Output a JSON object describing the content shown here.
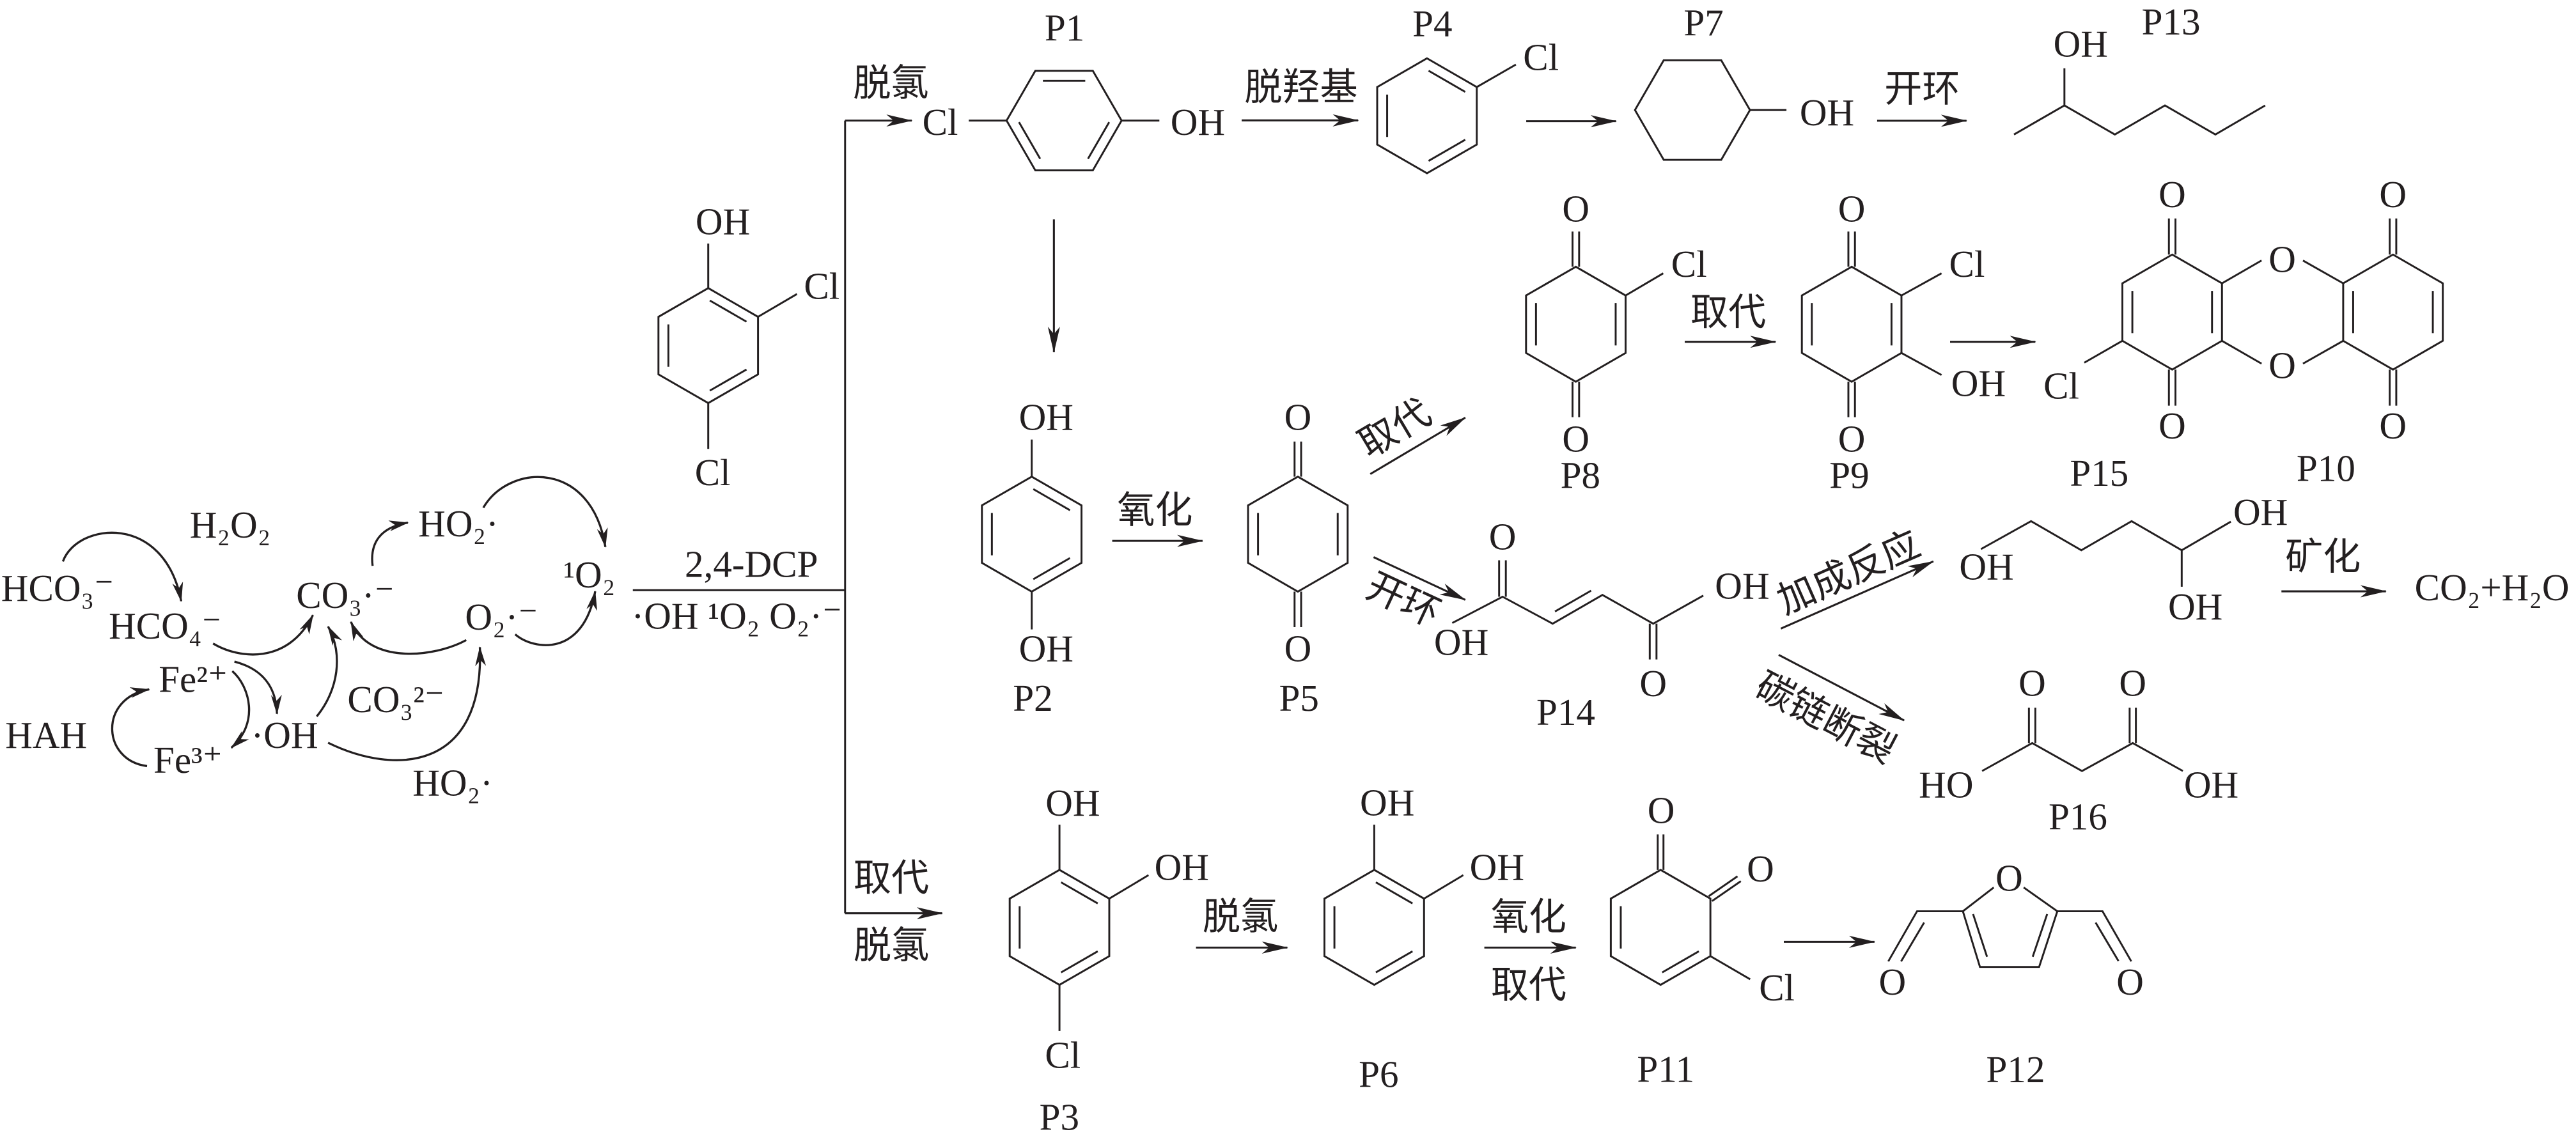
{
  "radical_cycle": {
    "bicarbonate": "HCO₃⁻",
    "hydrogen_peroxide": "H₂O₂",
    "peroxymonocarbonate": "HCO₄⁻",
    "carbonate_radical": "CO₃·⁻",
    "hydroperoxyl_top": "HO₂·",
    "singlet_oxygen": "¹O₂",
    "superoxide": "O₂·⁻",
    "ferrous_ion": "Fe²⁺",
    "hah": "HAH",
    "ferric_ion": "Fe³⁺",
    "hydroxyl_radical": "·OH",
    "carbonate": "CO₃²⁻",
    "hydroperoxyl_bottom": "HO₂·"
  },
  "main_reaction": {
    "substrate": "2,4-DCP",
    "reactive_species": "·OH ¹O₂ O₂·⁻",
    "substrate_structure": {
      "atoms": [
        "OH",
        "Cl",
        "Cl"
      ]
    }
  },
  "branch_labels": {
    "top": "脱氯",
    "bottom_above": "取代",
    "bottom_below": "脱氯"
  },
  "step_labels": {
    "p1_to_p4": "脱羟基",
    "p7_to_p13": "开环",
    "p2_to_p5": "氧化",
    "p5_to_p8": "取代",
    "p5_to_p14": "开环",
    "p8_to_p9": "取代",
    "p14_to_diol": "加成反应",
    "diol_to_co2": "矿化",
    "p14_to_p16": "碳链断裂",
    "p3_to_p6": "脱氯",
    "p6_to_p11_above": "氧化",
    "p6_to_p11_below": "取代"
  },
  "compounds": {
    "p1": {
      "label": "P1",
      "atoms": [
        "Cl",
        "OH"
      ]
    },
    "p4": {
      "label": "P4",
      "atoms": [
        "Cl"
      ]
    },
    "p7": {
      "label": "P7",
      "atoms": [
        "OH"
      ]
    },
    "p13": {
      "label": "P13",
      "atoms": [
        "OH"
      ]
    },
    "p2": {
      "label": "P2",
      "atoms": [
        "OH",
        "OH"
      ]
    },
    "p5": {
      "label": "P5",
      "atoms": [
        "O",
        "O"
      ]
    },
    "p8": {
      "label": "P8",
      "atoms": [
        "O",
        "Cl",
        "O"
      ]
    },
    "p9": {
      "label": "P9",
      "atoms": [
        "O",
        "Cl",
        "OH",
        "O"
      ]
    },
    "p15_p10": {
      "labels": [
        "P15",
        "P10"
      ],
      "atoms": [
        "O",
        "O",
        "O",
        "O",
        "O",
        "O",
        "Cl"
      ]
    },
    "p14": {
      "label": "P14",
      "atoms": [
        "O",
        "OH",
        "O",
        "OH"
      ]
    },
    "diol": {
      "atoms": [
        "OH",
        "OH",
        "OH"
      ]
    },
    "mineralization_products": "CO₂+H₂O",
    "p16": {
      "label": "P16",
      "atoms": [
        "O",
        "O",
        "HO",
        "OH"
      ]
    },
    "p3": {
      "label": "P3",
      "atoms": [
        "OH",
        "OH",
        "Cl"
      ]
    },
    "p6": {
      "label": "P6",
      "atoms": [
        "OH",
        "OH"
      ]
    },
    "p11": {
      "label": "P11",
      "atoms": [
        "O",
        "O",
        "Cl"
      ]
    },
    "p12": {
      "label": "P12",
      "atoms": [
        "O",
        "O",
        "O"
      ]
    }
  }
}
